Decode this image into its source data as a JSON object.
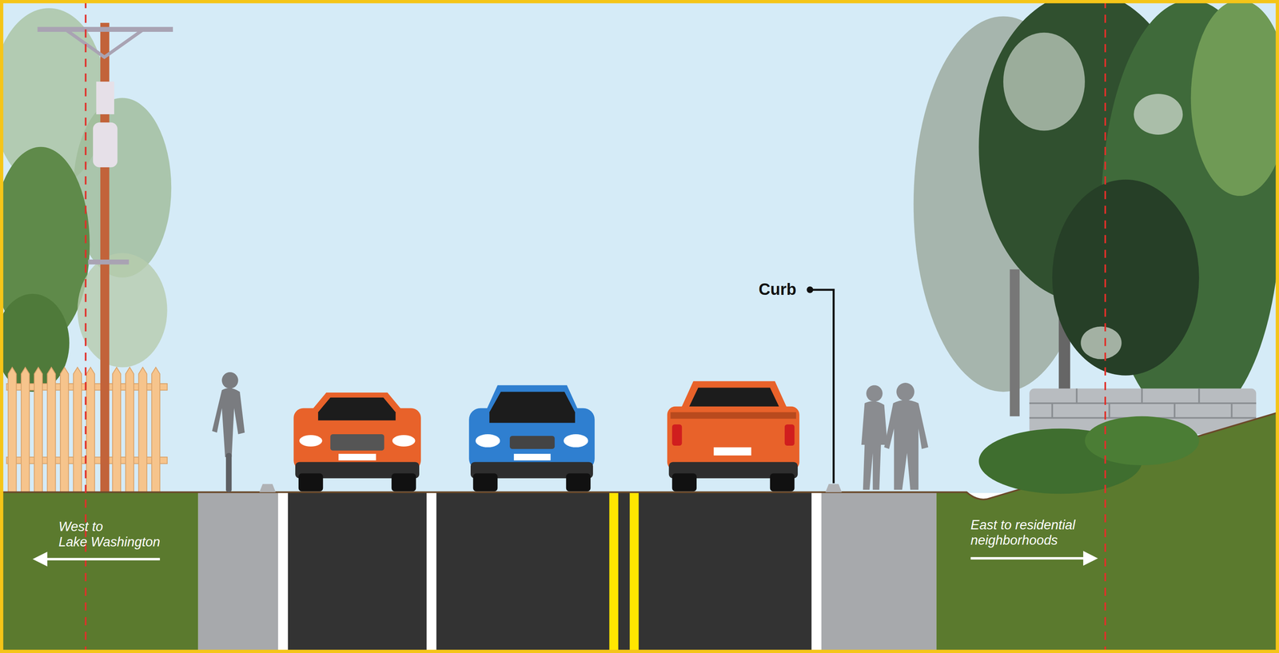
{
  "diagram": {
    "labels": [
      "Curb",
      "West to Lake Washington",
      "East to residential neighborhoods"
    ]
  }
}
